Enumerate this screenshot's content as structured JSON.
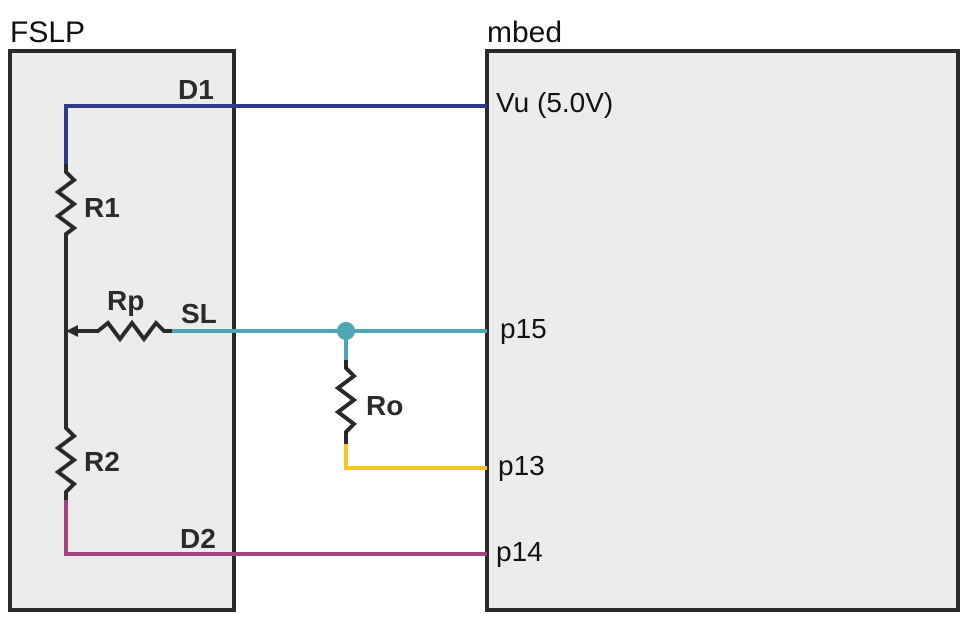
{
  "blocks": {
    "fslp": {
      "title": "FSLP"
    },
    "mbed": {
      "title": "mbed"
    }
  },
  "fslp_pins": {
    "d1": "D1",
    "sl": "SL",
    "d2": "D2"
  },
  "components": {
    "r1": "R1",
    "rp": "Rp",
    "r2": "R2",
    "ro": "Ro"
  },
  "mbed_pins": {
    "vu": "Vu (5.0V)",
    "p15": "p15",
    "p13": "p13",
    "p14": "p14"
  },
  "colors": {
    "d1_wire": "#2e3a8c",
    "sl_wire": "#4da6b3",
    "ro_wire": "#f3c623",
    "d2_wire": "#a0457f",
    "box_fill": "#ececec",
    "outline": "#2a2a2a"
  }
}
